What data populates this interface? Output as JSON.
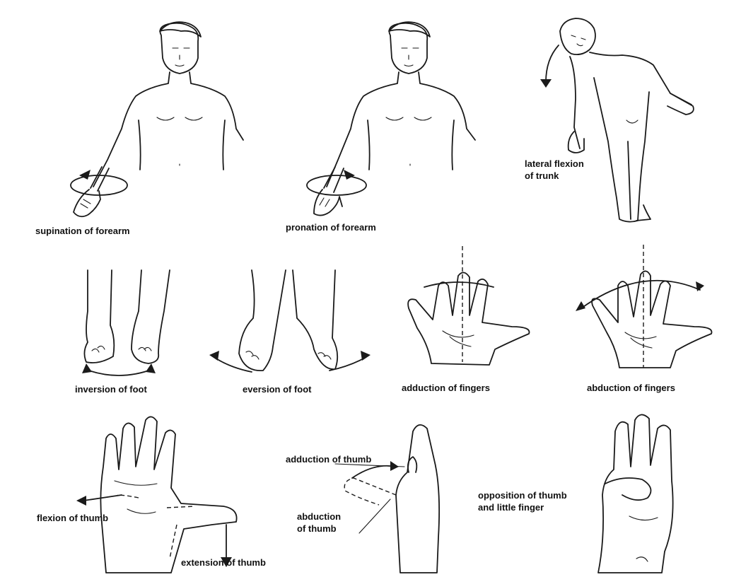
{
  "labels": {
    "supination": "supination of forearm",
    "pronation": "pronation of forearm",
    "lateral_line1": "lateral flexion",
    "lateral_line2": "of trunk",
    "inversion": "inversion of foot",
    "eversion": "eversion of foot",
    "adduction_fingers": "adduction of fingers",
    "abduction_fingers": "abduction of fingers",
    "flexion_thumb": "flexion of thumb",
    "extension_thumb": "extension of thumb",
    "adduction_thumb": "adduction of thumb",
    "abduction_thumb_line1": "abduction",
    "abduction_thumb_line2": "of thumb",
    "opposition_line1": "opposition of thumb",
    "opposition_line2": "and little finger"
  }
}
